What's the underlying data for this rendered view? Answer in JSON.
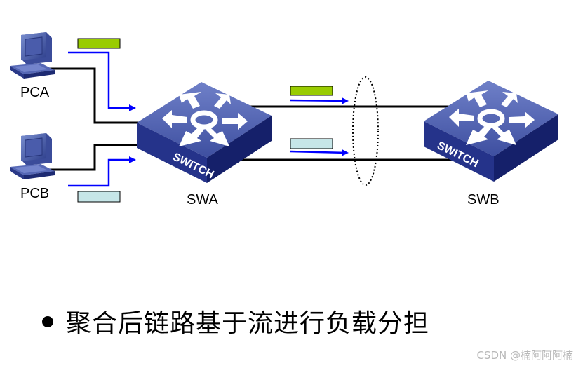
{
  "nodes": {
    "pca": "PCA",
    "pcb": "PCB",
    "swa": "SWA",
    "swb": "SWB",
    "switch_text": "SWITCH"
  },
  "bullet_text": "聚合后链路基于流进行负载分担",
  "watermark": "CSDN @楠阿阿阿楠",
  "colors": {
    "flow_a": "#99cc00",
    "flow_b": "#c6e6e8",
    "arrow": "#0000ff",
    "switch_top": "#5a6cb8",
    "switch_side": "#1d2a7a"
  }
}
